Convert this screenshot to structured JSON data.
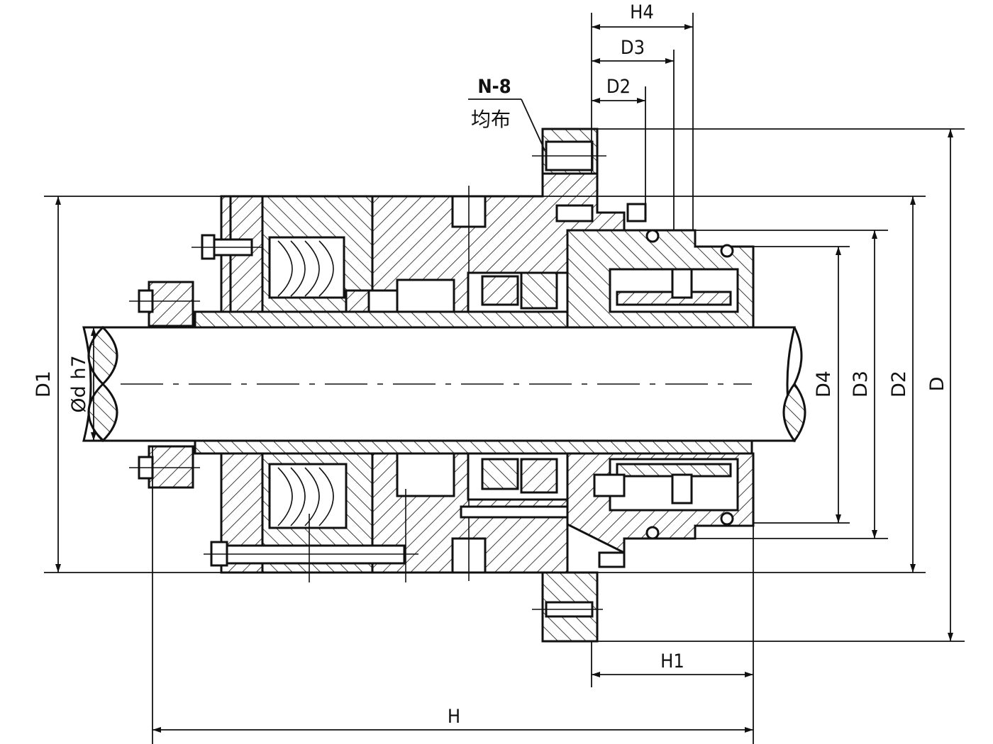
{
  "labels": {
    "h4": "H4",
    "d3_top": "D3",
    "d2_top": "D2",
    "note_count": "N-8",
    "note_dist": "均布",
    "d1": "D1",
    "shaft_dia": "Ød h7",
    "d4": "D4",
    "d3": "D3",
    "d2": "D2",
    "d": "D",
    "h1": "H1",
    "h": "H"
  },
  "colors": {
    "line": "#111111",
    "background": "#ffffff"
  }
}
